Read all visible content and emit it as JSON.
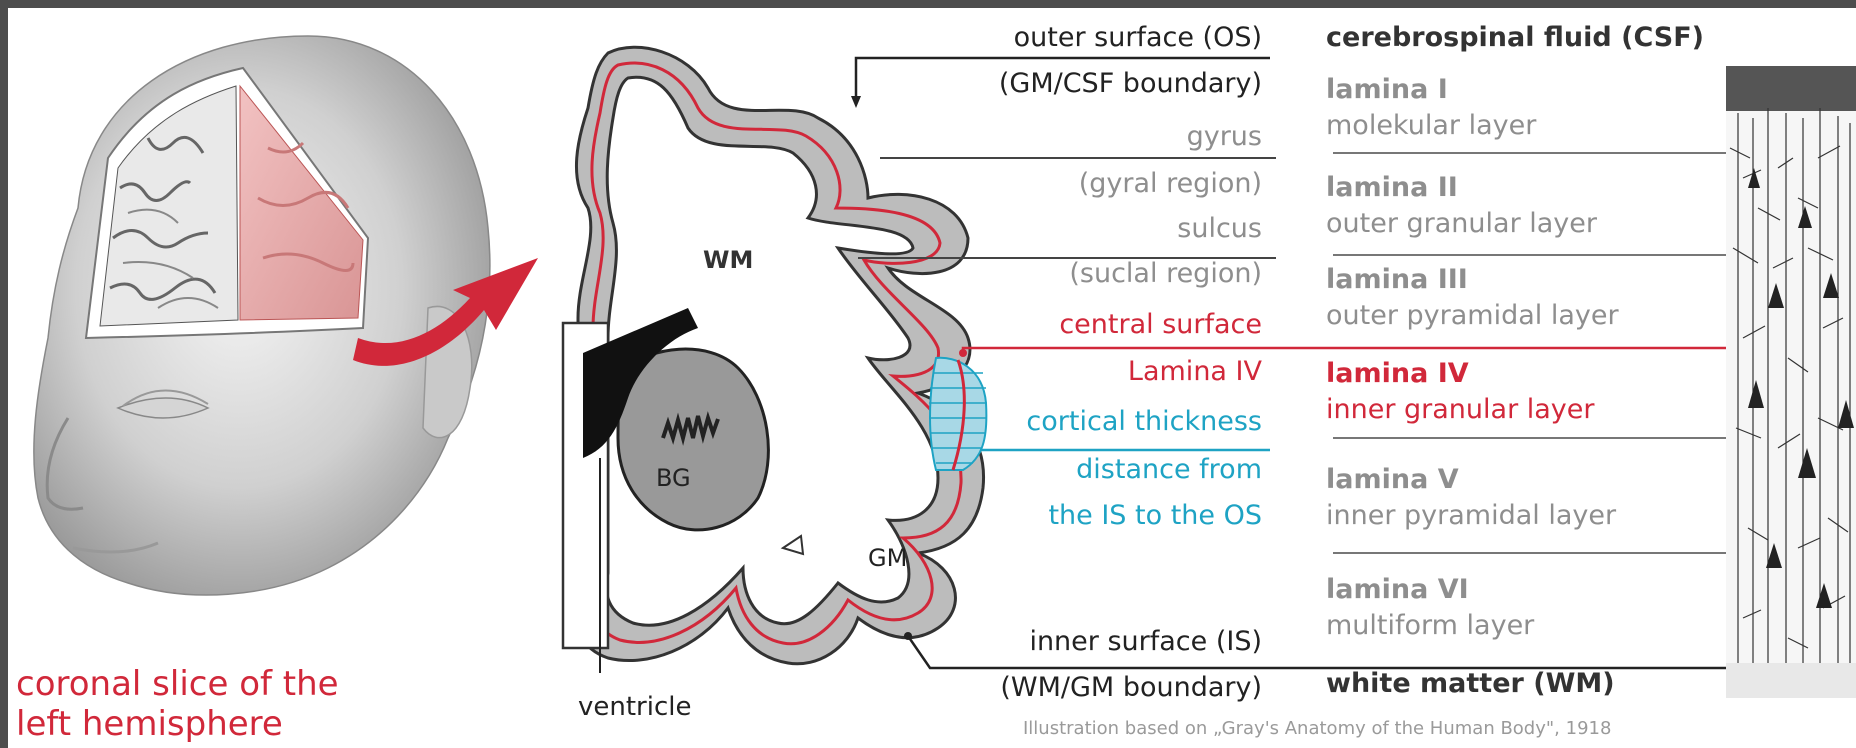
{
  "head": {
    "caption_line1": "coronal slice of the",
    "caption_line2": "left hemisphere"
  },
  "brain": {
    "wm": "WM",
    "bg": "BG",
    "gm": "GM",
    "ventricle": "ventricle"
  },
  "surfaces": {
    "outer_surface": "outer surface (OS)",
    "outer_boundary": "(GM/CSF boundary)",
    "gyrus": "gyrus",
    "gyral_region": "(gyral region)",
    "sulcus": "sulcus",
    "sulcal_region": "(suclal region)",
    "central_surface": "central surface",
    "lamina_iv": "Lamina IV",
    "cortical_thickness": "cortical thickness",
    "distance_from": "distance from",
    "is_to_os": "the IS to the OS",
    "inner_surface": "inner surface (IS)",
    "inner_boundary": "(WM/GM boundary)"
  },
  "layers": {
    "csf": "cerebrospinal fluid (CSF)",
    "items": [
      {
        "name": "lamina I",
        "desc": "molekular layer"
      },
      {
        "name": "lamina II",
        "desc": "outer granular layer"
      },
      {
        "name": "lamina III",
        "desc": "outer pyramidal layer"
      },
      {
        "name": "lamina IV",
        "desc": "inner granular layer"
      },
      {
        "name": "lamina  V",
        "desc": "inner pyramidal layer"
      },
      {
        "name": "lamina VI",
        "desc": "multiform layer"
      }
    ],
    "wm": "white matter (WM)"
  },
  "credit": "Illustration based on „Gray's Anatomy of  the Human Body\", 1918",
  "colors": {
    "accent_red": "#d1283a",
    "accent_cyan": "#1ea3c4",
    "cortex_gray": "#bcbcbc",
    "text_dark": "#222222",
    "text_gray": "#8e8e8e"
  }
}
